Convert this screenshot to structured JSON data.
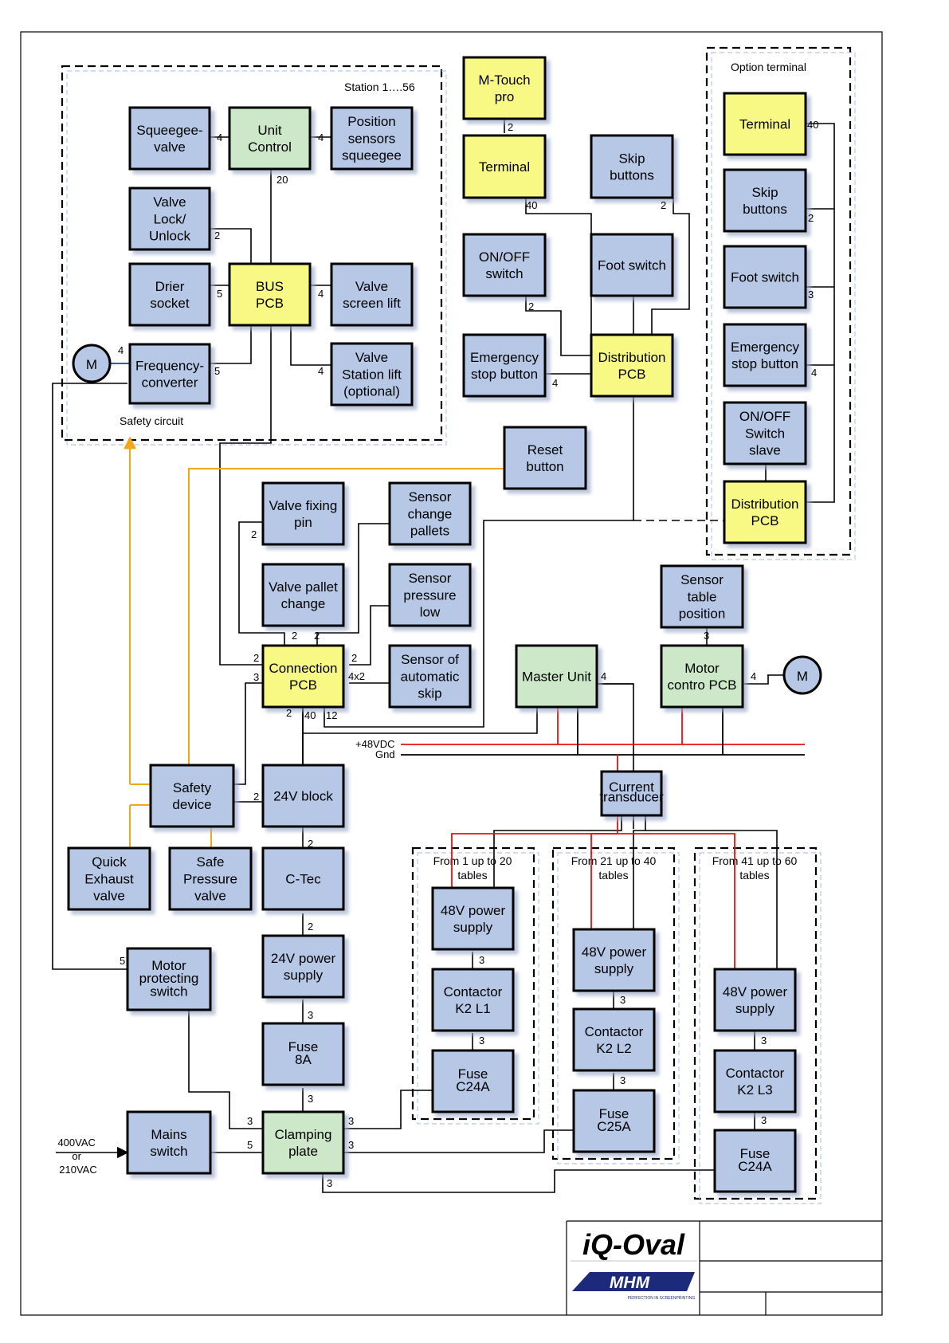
{
  "page": {
    "title_block": {
      "product_logo": "iQ-Oval",
      "company_logo": "MHM",
      "company_tagline": "PERFECTION IN SCREENPRINTING"
    }
  },
  "colors": {
    "blue": "#b6c8e6",
    "yellow": "#f8f884",
    "green": "#cce8c9",
    "wire": "#000000",
    "power": "#e81010",
    "safety": "#f0a818"
  },
  "groups": {
    "station": "Station 1….56",
    "safety_circuit": "Safety circuit",
    "option_terminal": "Option terminal",
    "tables1": [
      "From 1 up to 20",
      "tables"
    ],
    "tables2": [
      "From 21 up to 40",
      "tables"
    ],
    "tables3": [
      "From 41 up to 60",
      "tables"
    ]
  },
  "blocks": {
    "squeegee_valve": [
      "Squeegee-",
      "valve"
    ],
    "unit_control": [
      "Unit",
      "Control"
    ],
    "position_sensors": [
      "Position",
      "sensors",
      "squeegee"
    ],
    "valve_lock": [
      "Valve",
      "Lock/",
      "Unlock"
    ],
    "drier_socket": [
      "Drier",
      "socket"
    ],
    "bus_pcb": [
      "BUS",
      "PCB"
    ],
    "valve_screen_lift": [
      "Valve",
      "screen lift"
    ],
    "freq_converter": [
      "Frequency-",
      "converter"
    ],
    "valve_station_lift": [
      "Valve",
      "Station lift",
      "(optional)"
    ],
    "mtouch": [
      "M-Touch",
      "pro"
    ],
    "terminal": [
      "Terminal"
    ],
    "skip_buttons": [
      "Skip",
      "buttons"
    ],
    "onoff_switch": [
      "ON/OFF",
      "switch"
    ],
    "foot_switch": [
      "Foot switch"
    ],
    "emergency_stop": [
      "Emergency",
      "stop button"
    ],
    "distribution_pcb": [
      "Distribution",
      "PCB"
    ],
    "opt_terminal": [
      "Terminal"
    ],
    "opt_skip": [
      "Skip",
      "buttons"
    ],
    "opt_foot": [
      "Foot switch"
    ],
    "opt_emergency": [
      "Emergency",
      "stop button"
    ],
    "opt_onoff": [
      "ON/OFF",
      "Switch",
      "slave"
    ],
    "opt_distribution": [
      "Distribution",
      "PCB"
    ],
    "reset_button": [
      "Reset",
      "button"
    ],
    "valve_fixing_pin": [
      "Valve fixing",
      "pin"
    ],
    "sensor_change_pallets": [
      "Sensor",
      "change",
      "pallets"
    ],
    "valve_pallet_change": [
      "Valve pallet",
      "change"
    ],
    "sensor_pressure_low": [
      "Sensor",
      "pressure",
      "low"
    ],
    "connection_pcb": [
      "Connection",
      "PCB"
    ],
    "sensor_auto_skip": [
      "Sensor of",
      "automatic",
      "skip"
    ],
    "master_unit": [
      "Master Unit"
    ],
    "sensor_table_position": [
      "Sensor",
      "table",
      "position"
    ],
    "motor_control_pcb": [
      "Motor",
      "contro PCB"
    ],
    "safety_device": [
      "Safety",
      "device"
    ],
    "block_24v": [
      "24V block"
    ],
    "quick_exhaust": [
      "Quick",
      "Exhaust",
      "valve"
    ],
    "safe_pressure": [
      "Safe",
      "Pressure",
      "valve"
    ],
    "ctec": [
      "C-Tec"
    ],
    "psu_24v": [
      "24V power",
      "supply"
    ],
    "motor_protecting": [
      "Motor",
      "protecting",
      "switch"
    ],
    "fuse_8a": [
      "Fuse",
      "8A"
    ],
    "mains_switch": [
      "Mains",
      "switch"
    ],
    "clamping_plate": [
      "Clamping",
      "plate"
    ],
    "current_transducer": [
      "Current",
      "transducer"
    ],
    "psu48_1": [
      "48V power",
      "supply"
    ],
    "contactor_1": [
      "Contactor",
      "K2 L1"
    ],
    "fuse_1": [
      "Fuse",
      "C24A"
    ],
    "psu48_2": [
      "48V power",
      "supply"
    ],
    "contactor_2": [
      "Contactor",
      "K2 L2"
    ],
    "fuse_2": [
      "Fuse",
      "C25A"
    ],
    "psu48_3": [
      "48V power",
      "supply"
    ],
    "contactor_3": [
      "Contactor",
      "K2 L3"
    ],
    "fuse_3": [
      "Fuse",
      "C24A"
    ]
  },
  "motors": {
    "motor_left": "M",
    "motor_right": "M"
  },
  "texts": {
    "v48": "+48VDC",
    "gnd": "Gnd",
    "mains_input": [
      "400VAC",
      "or",
      "210VAC"
    ]
  },
  "numbers": {
    "n_sq": "4",
    "n_pos": "4",
    "n_uc": "20",
    "n_lock": "2",
    "n_drier": "5",
    "n_vsl": "4",
    "n_fc4": "4",
    "n_fc5": "5",
    "n_vstl": "4",
    "n_mt": "2",
    "n_t40": "40",
    "n_skip": "2",
    "n_onoff": "2",
    "n_em": "4",
    "n_ot40": "40",
    "n_os2": "2",
    "n_of3": "3",
    "n_oe4": "4",
    "n_vfp": "2",
    "n_vpc2a": "2",
    "n_vpc2b": "2",
    "n_cp2l": "2",
    "n_cp3": "3",
    "n_cp2r": "2",
    "n_4x2": "4x2",
    "n_cp2b": "2",
    "n_cp40": "40",
    "n_cp12": "12",
    "n_mu4": "4",
    "n_stp3": "3",
    "n_mc4": "4",
    "n_sd2": "2",
    "n_24b2": "2",
    "n_ct2": "2",
    "n_psu3": "3",
    "n_f3": "3",
    "n_mp5": "5",
    "n_cl3l": "3",
    "n_cl5": "5",
    "n_cl3a": "3",
    "n_cl3b": "3",
    "n_cl3c": "3",
    "n_t1a": "3",
    "n_t1b": "3",
    "n_t2a": "3",
    "n_t2b": "3",
    "n_t3a": "3",
    "n_t3b": "3"
  }
}
